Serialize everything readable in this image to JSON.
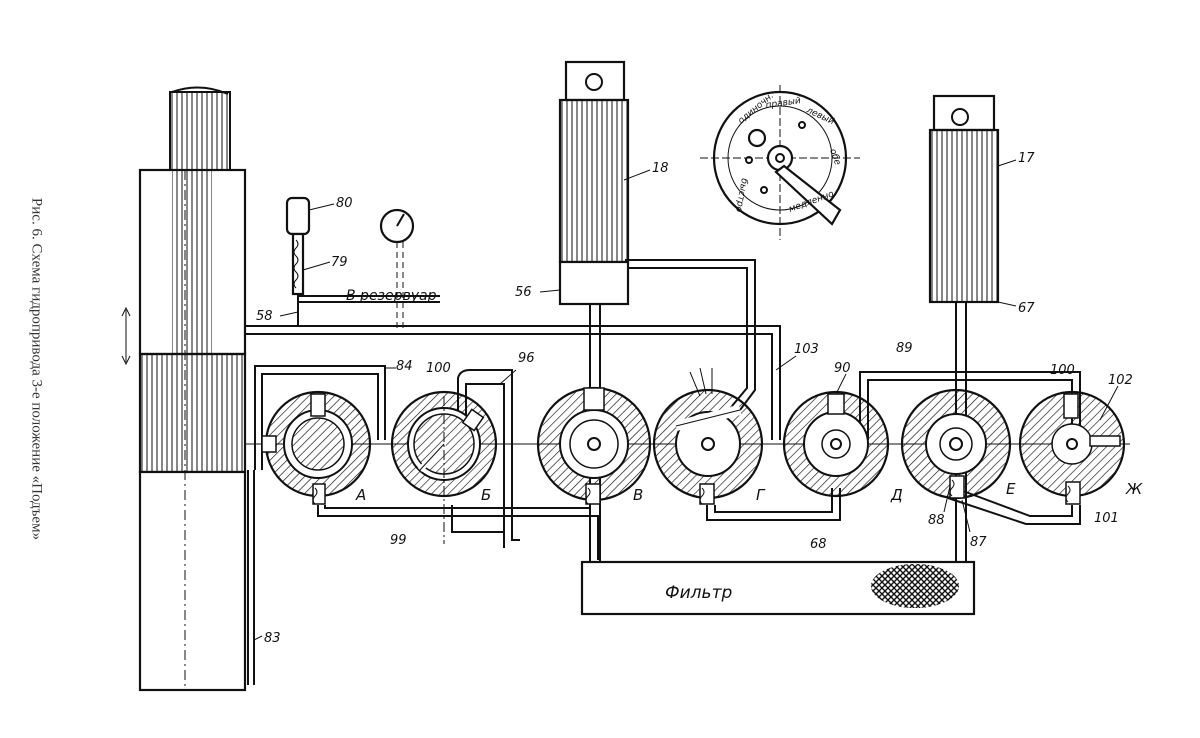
{
  "caption": "Рис. 6. Схема гидропривода 3-е положение «Подъем»",
  "filter_label": "Фильтр",
  "reservoir_label": "В резервуар",
  "dial_texts": [
    "одиночн.",
    "правый",
    "левый",
    "обе",
    "быстро",
    "медленно"
  ],
  "valve_letters": [
    "А",
    "Б",
    "В",
    "Г",
    "Д",
    "Е",
    "Ж"
  ],
  "callouts": {
    "n80": "80",
    "n79": "79",
    "n58": "58",
    "n84": "84",
    "n100a": "100",
    "n96": "96",
    "n99": "99",
    "n18": "18",
    "n56": "56",
    "n103": "103",
    "n90": "90",
    "n89": "89",
    "n17": "17",
    "n67": "67",
    "n100b": "100",
    "n102": "102",
    "n88": "88",
    "n87": "87",
    "n101": "101",
    "n68": "68",
    "n83": "83"
  },
  "colors": {
    "ink": "#111111",
    "paper": "#ffffff"
  }
}
